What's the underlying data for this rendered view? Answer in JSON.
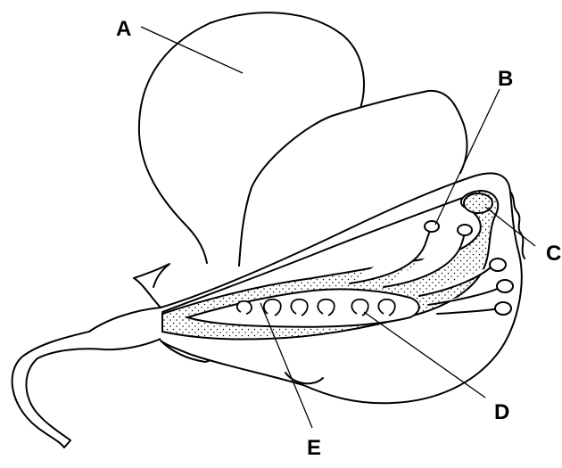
{
  "labels": {
    "a": "A",
    "b": "B",
    "c": "C",
    "d": "D",
    "e": "E"
  },
  "colors": {
    "stroke": "#000000",
    "fill": "#ffffff",
    "stipple": "#000000"
  }
}
